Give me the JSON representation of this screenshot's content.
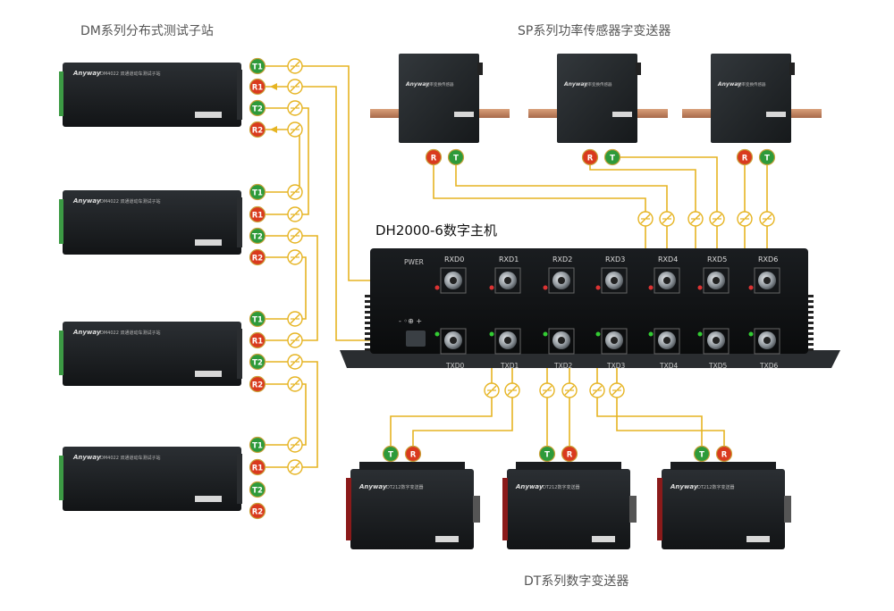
{
  "titles": {
    "dm": "DM系列分布式测试子站",
    "sp": "SP系列功率传感器字变送器",
    "host": "DH2000-6数字主机",
    "dt": "DT系列数字变送器"
  },
  "host": {
    "power": "PWER",
    "power_symbol": "- ◦⊕ +",
    "rx": [
      "RXD0",
      "RXD1",
      "RXD2",
      "RXD3",
      "RXD4",
      "RXD5",
      "RXD6"
    ],
    "tx": [
      "TXD0",
      "TXD1",
      "TXD2",
      "TXD3",
      "TXD4",
      "TXD5",
      "TXD6"
    ]
  },
  "dm_station": {
    "brand": "Anyway",
    "model": "DM4022",
    "model_desc": "双通道动车测试子站",
    "port_labels": [
      "T1",
      "R1",
      "T2",
      "R2"
    ]
  },
  "sp_sensor": {
    "brand": "Anyway",
    "model": "功率变换传感器",
    "port_labels": [
      "R",
      "T"
    ]
  },
  "dt_transmitter": {
    "brand": "Anyway",
    "model": "DT212数字变送器",
    "port_labels": [
      "T",
      "R"
    ]
  },
  "colors": {
    "wire": "#e6b422",
    "port_t": "#2e9a3a",
    "port_r": "#d93a1e",
    "device_body": "#1e2124"
  }
}
